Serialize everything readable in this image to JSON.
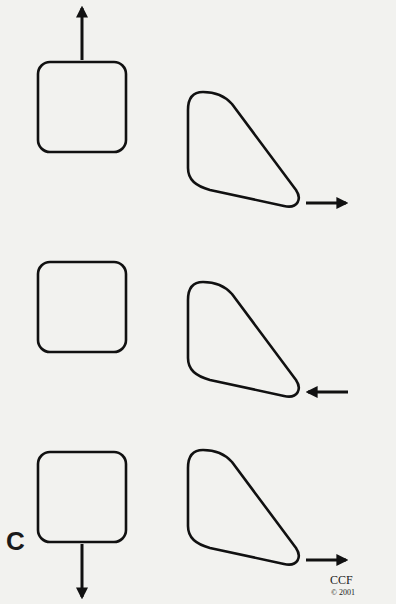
{
  "diagram": {
    "labels": [
      "C",
      "CCF",
      "© 2001"
    ]
  }
}
